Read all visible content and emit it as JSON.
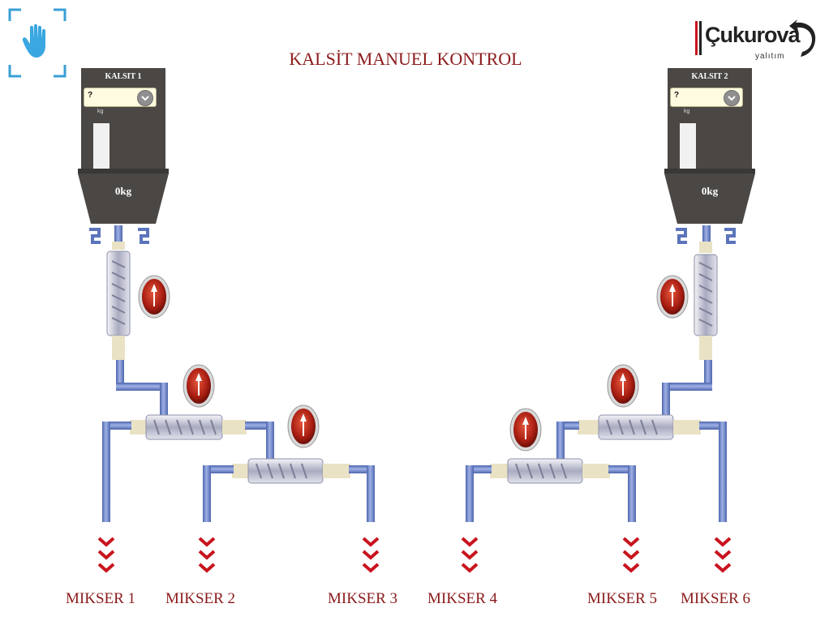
{
  "page": {
    "title": "KALSİT MANUEL KONTROL"
  },
  "logo": {
    "brand": "Çukurova",
    "sub": "yalıtım"
  },
  "silos": [
    {
      "name": "KALSIT 1",
      "selected": "?",
      "unit": "kg",
      "weight": "0kg"
    },
    {
      "name": "KALSIT 2",
      "selected": "?",
      "unit": "kg",
      "weight": "0kg"
    }
  ],
  "mixers": [
    "MIKSER 1",
    "MIKSER 2",
    "MIKSER 3",
    "MIKSER 4",
    "MIKSER 5",
    "MIKSER 6"
  ],
  "colors": {
    "title": "#8b1a1a",
    "pipe": "#6f86c8",
    "silo": "#4a4745",
    "arrow": "#c8141e",
    "cyan_frame": "#3a9fd6",
    "motor_red": "#b8281c"
  },
  "icons": {
    "manual_mode": "hand-icon",
    "back": "back-arrow-icon"
  }
}
